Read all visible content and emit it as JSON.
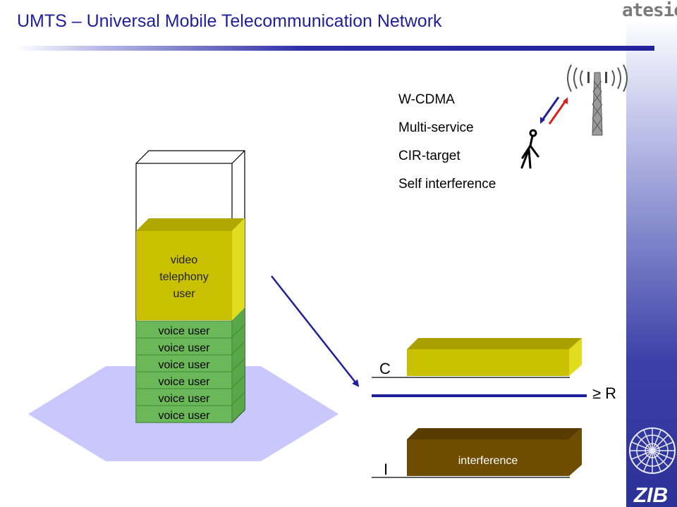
{
  "header": {
    "title": "UMTS – Universal Mobile Telecommunication Network",
    "brand": "atesio",
    "logo_text": "ZIB"
  },
  "features": [
    "W-CDMA",
    "Multi-service",
    "CIR-target",
    "Self interference"
  ],
  "stack": {
    "video_label": [
      "video",
      "telephony",
      "user"
    ],
    "voice_users": [
      "voice user",
      "voice user",
      "voice user",
      "voice user",
      "voice user",
      "voice user"
    ]
  },
  "cir": {
    "c_label": "C",
    "i_label": "I",
    "r_label": "≥ R",
    "interference_label": "interference"
  },
  "colors": {
    "title": "#1f1f9e",
    "video": "#c8c000",
    "video_side": "#e0dc1e",
    "voice": "#6ab858",
    "voice_side": "#58a848",
    "interference": "#6e4c00",
    "cell": "#c8c8ff",
    "arrow": "#1f1f9e",
    "uplink": "#d42020",
    "downlink": "#1f1f9e"
  },
  "icons": [
    "antenna-tower-icon",
    "radio-waves-icon",
    "mobile-user-icon",
    "zib-logo-icon"
  ]
}
